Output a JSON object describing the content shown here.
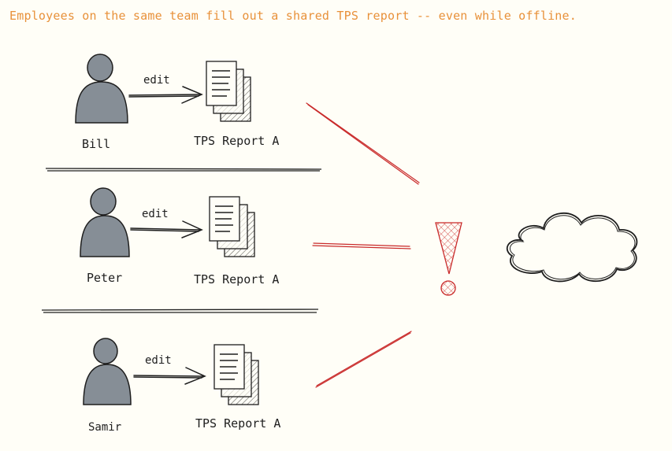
{
  "title": "Employees on the same team fill out a shared TPS report -- even while offline.",
  "rows": [
    {
      "person": "Bill",
      "action": "edit",
      "document": "TPS Report A"
    },
    {
      "person": "Peter",
      "action": "edit",
      "document": "TPS Report A"
    },
    {
      "person": "Samir",
      "action": "edit",
      "document": "TPS Report A"
    }
  ],
  "colors": {
    "title": "#e8913a",
    "person_fill": "#868e96",
    "stroke": "#1e1e1e",
    "conflict": "#c92a2a",
    "background": "#fffef7"
  },
  "icons": {
    "person": "person-icon",
    "document": "document-stack-icon",
    "warning": "exclamation-icon",
    "server": "cloud-icon"
  }
}
